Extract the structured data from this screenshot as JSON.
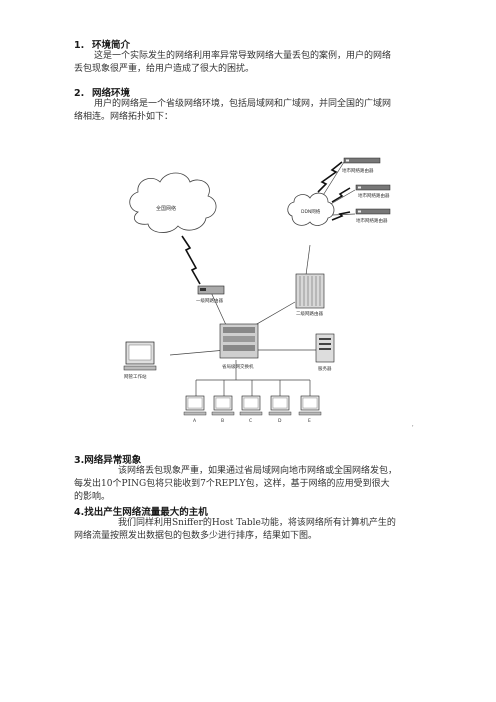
{
  "sections": [
    {
      "num": "1.",
      "title": "环境简介",
      "lines": [
        "这是一个实际发生的网络利用率异常导致网络大量丢包的案例，用户的网络",
        "丢包现象很严重，给用户造成了很大的困扰。"
      ]
    },
    {
      "num": "2.",
      "title": "网络环境",
      "lines": [
        "用户的网络是一个省级网络环境，包括局域网和广域网，并同全国的广域网",
        "络相连。网络拓扑如下："
      ]
    },
    {
      "num": "3.",
      "title": "网络异常现象",
      "lines": [
        "该网络丢包现象严重，如果通过省局域网向地市网络或全国网络发包，",
        "每发出10个PING包将只能收到7个REPLY包，这样，基于网络的应用受到很大",
        "的影响。"
      ]
    },
    {
      "num": "4.",
      "title": "找出产生网络流量最大的主机",
      "lines": [
        "我们同样利用Sniffer的Host Table功能，将该网络所有计算机产生的",
        "网络流量按照发出数据包的包数多少进行排序，结果如下图。"
      ]
    }
  ],
  "diagram": {
    "cloud_national": "全国网络",
    "cloud_ddn": "DDN网络",
    "router_city_1": "地市网络路由器",
    "router_city_2": "地市网络路由器",
    "router_city_3": "地市网络路由器",
    "router_lvl1": "一级网路由器",
    "router_lvl2": "二级网路由器",
    "core_switch": "省局级网交换机",
    "mgmt_pc": "网管工作站",
    "server": "服务器",
    "clients": [
      "A",
      "B",
      "C",
      "D",
      "E"
    ],
    "stray_mark": ","
  }
}
